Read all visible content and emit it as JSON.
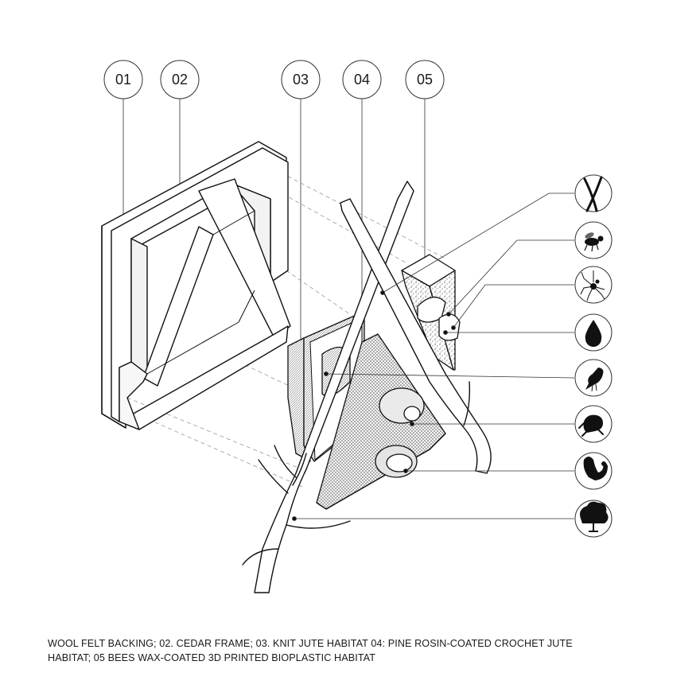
{
  "callouts": [
    {
      "id": "01"
    },
    {
      "id": "02"
    },
    {
      "id": "03"
    },
    {
      "id": "04"
    },
    {
      "id": "05"
    }
  ],
  "species_icons": [
    {
      "icon": "branches-icon"
    },
    {
      "icon": "bee-icon"
    },
    {
      "icon": "spider-icon"
    },
    {
      "icon": "water-drop-icon"
    },
    {
      "icon": "bird-icon"
    },
    {
      "icon": "frog-icon"
    },
    {
      "icon": "squirrel-icon"
    },
    {
      "icon": "tree-icon"
    }
  ],
  "caption": {
    "line1": "WOOL FELT BACKING; 02. CEDAR FRAME; 03. KNIT JUTE HABITAT 04: PINE ROSIN-COATED CROCHET JUTE",
    "line2": "HABITAT; 05 BEES WAX-COATED 3D PRINTED BIOPLASTIC HABITAT"
  }
}
